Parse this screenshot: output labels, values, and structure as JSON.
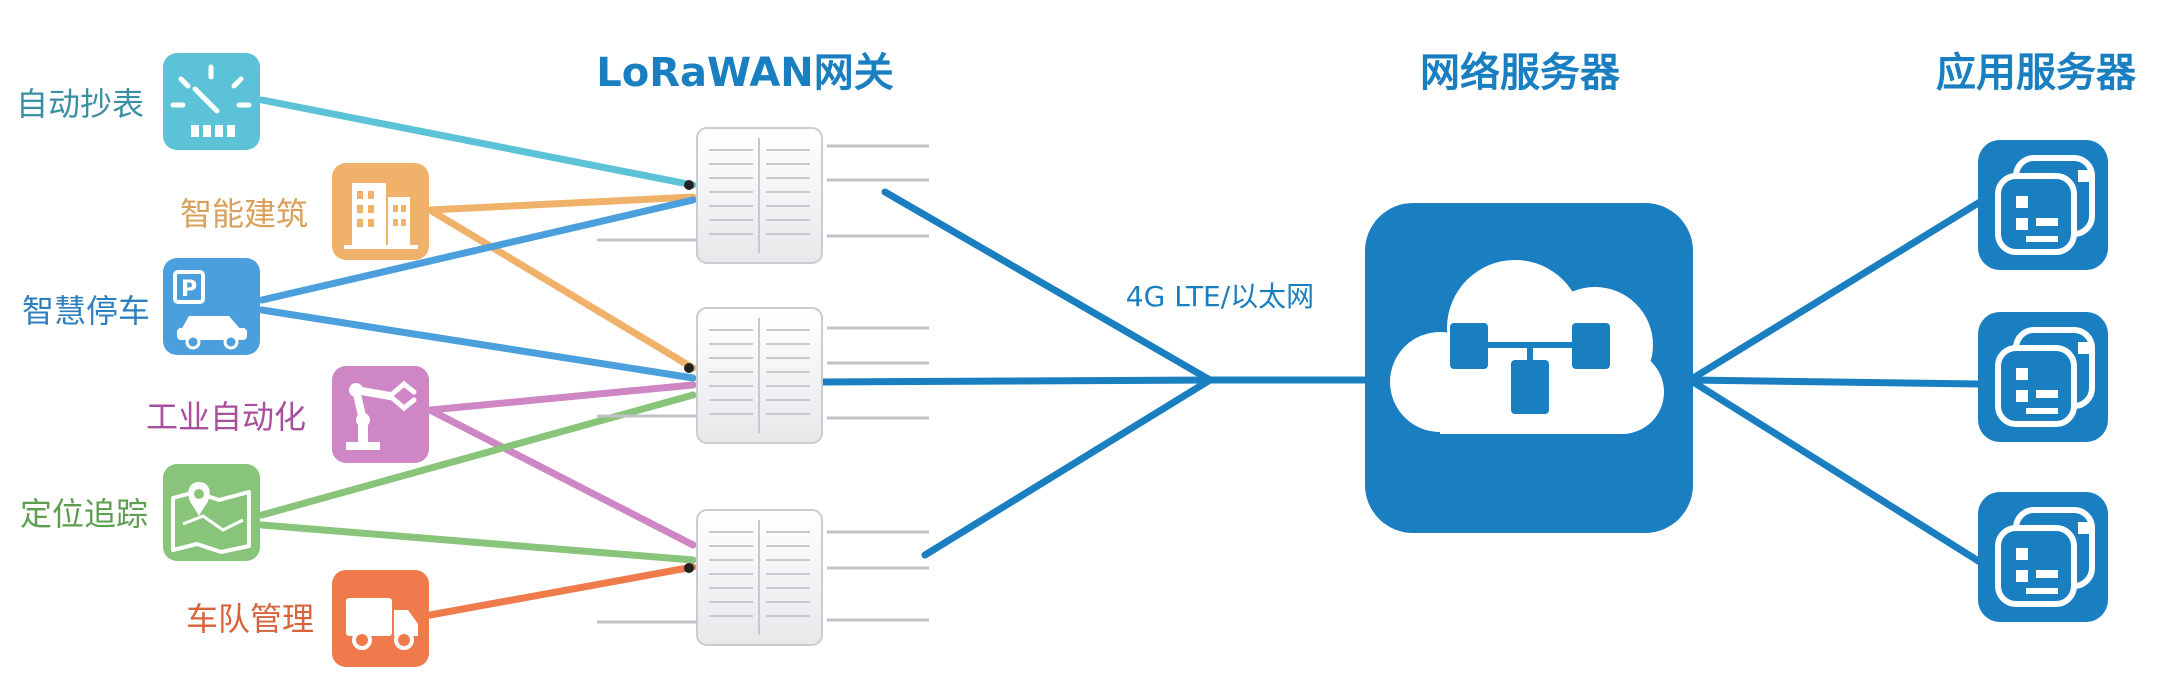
{
  "headers": {
    "gateway": "LoRaWAN网关",
    "network_server": "网络服务器",
    "app_server": "应用服务器"
  },
  "link_label": "4G LTE/以太网",
  "devices": [
    {
      "key": "meter",
      "label": "自动抄表",
      "color": "#5bc2d8",
      "icon": "gauge-icon"
    },
    {
      "key": "building",
      "label": "智能建筑",
      "color": "#f0b26a",
      "icon": "building-icon"
    },
    {
      "key": "parking",
      "label": "智慧停车",
      "color": "#4a9fdc",
      "icon": "parking-car-icon"
    },
    {
      "key": "industry",
      "label": "工业自动化",
      "color": "#cf86c4",
      "icon": "robot-arm-icon"
    },
    {
      "key": "tracking",
      "label": "定位追踪",
      "color": "#88c57a",
      "icon": "map-pin-icon"
    },
    {
      "key": "fleet",
      "label": "车队管理",
      "color": "#ef7a4c",
      "icon": "truck-icon"
    }
  ],
  "colors": {
    "blue": "#1a7fc1",
    "meter_text": "#3a8fa5",
    "building_text": "#d9a05c",
    "parking_text": "#2f7fbf",
    "industry_text": "#a8509e",
    "tracking_text": "#5e9e50",
    "fleet_text": "#d7643a"
  }
}
